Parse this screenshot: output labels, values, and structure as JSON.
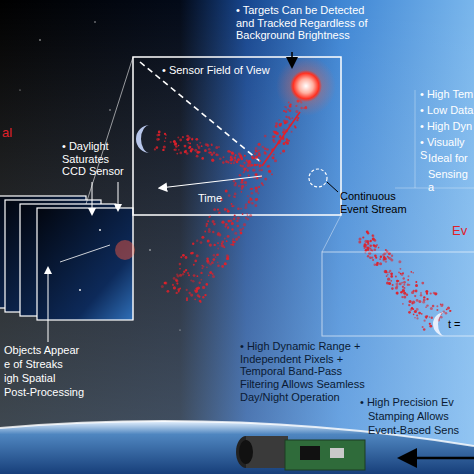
{
  "diagram": {
    "labels": [
      "al",
      "• Daylight Saturates CCD Sensor",
      "Objects Appear",
      "e of Streaks",
      "igh Spatial",
      "Post-Processing",
      "• Sensor Field of View",
      "Time",
      "• Targets Can be Detected and Tracked Regardless of Background Brightness",
      "• High Tem",
      "• Low Data",
      "• High Dyn",
      "• Visually S",
      "Ideal for",
      "Sensing a",
      "Continuous Event Stream",
      "Ev",
      "t =",
      "• High Dynamic Range + Independent Pixels + Temporal Band-Pass Filtering Allows Seamless Day/Night Operation",
      "• High Precision Ev",
      "Stamping Allows",
      "Event-Based Sens"
    ]
  }
}
